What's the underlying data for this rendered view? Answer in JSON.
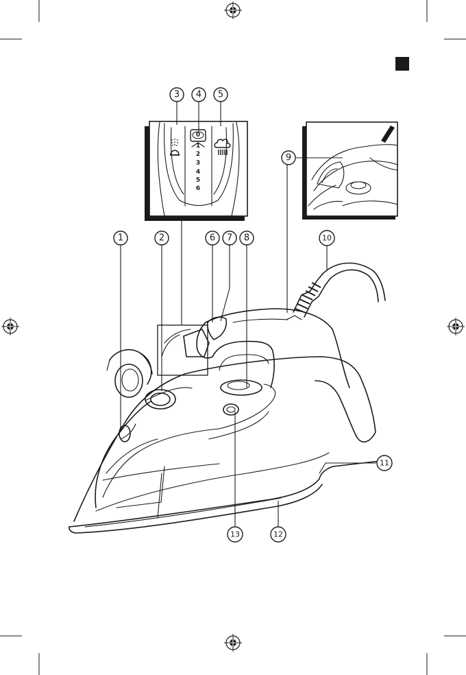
{
  "page_marker": {
    "color": "#1a1a1a"
  },
  "dial": {
    "settings": [
      "0",
      "1",
      "2",
      "3",
      "4",
      "5",
      "6"
    ]
  },
  "callouts": {
    "c1": "1",
    "c2": "2",
    "c3": "3",
    "c4": "4",
    "c5": "5",
    "c6": "6",
    "c7": "7",
    "c8": "8",
    "c9": "9",
    "c10": "10",
    "c11": "11",
    "c12": "12",
    "c13": "13"
  },
  "icons": {
    "spray": "spray-icon",
    "steam_boost": "steam-boost-icon",
    "registration_mark": "registration-mark-icon"
  }
}
